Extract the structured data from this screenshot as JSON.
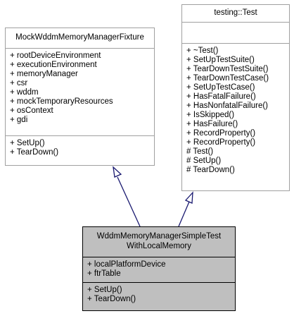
{
  "classes": {
    "fixture": {
      "name": "MockWddmMemoryManagerFixture",
      "attributes": [
        "+ rootDeviceEnvironment",
        "+ executionEnvironment",
        "+ memoryManager",
        "+ csr",
        "+ wddm",
        "+ mockTemporaryResources",
        "+ osContext",
        "+ gdi"
      ],
      "methods": [
        "+ SetUp()",
        "+ TearDown()"
      ]
    },
    "test": {
      "name": "testing::Test",
      "attributes": [],
      "methods": [
        "+ ~Test()",
        "+ SetUpTestSuite()",
        "+ TearDownTestSuite()",
        "+ TearDownTestCase()",
        "+ SetUpTestCase()",
        "+ HasFatalFailure()",
        "+ HasNonfatalFailure()",
        "+ IsSkipped()",
        "+ HasFailure()",
        "+ RecordProperty()",
        "+ RecordProperty()",
        "# Test()",
        "# SetUp()",
        "# TearDown()"
      ]
    },
    "simple": {
      "name_line1": "WddmMemoryManagerSimpleTest",
      "name_line2": "WithLocalMemory",
      "attributes": [
        "+ localPlatformDevice",
        "+ ftrTable"
      ],
      "methods": [
        "+ SetUp()",
        "+ TearDown()"
      ]
    }
  },
  "colors": {
    "edge": "#191970",
    "highlight_fill": "#bfbfbf",
    "box_border": "#a0a0a0"
  }
}
